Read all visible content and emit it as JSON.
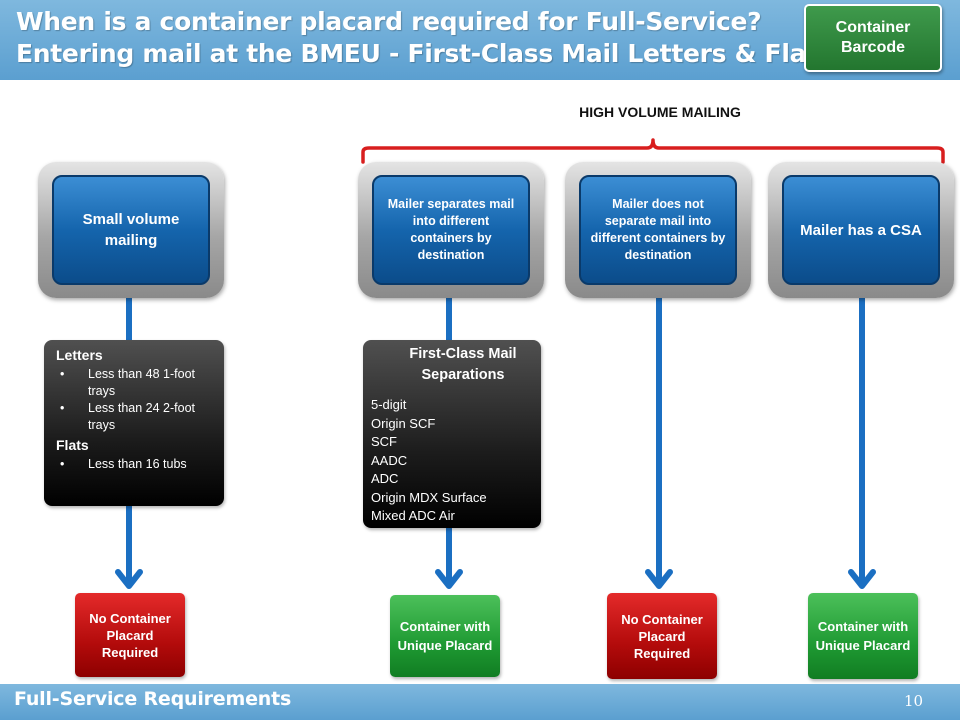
{
  "header": {
    "title_line1": "When is a container placard required for Full-Service?",
    "title_line2": "Entering mail at the BMEU - First-Class Mail Letters & Flats",
    "button_line1": "Container",
    "button_line2": "Barcode"
  },
  "high_volume_label": "HIGH VOLUME MAILING",
  "boxes": {
    "small_volume": "Small volume mailing",
    "separates": "Mailer separates mail into different containers by destination",
    "does_not_separate": "Mailer does not separate mail into different containers by destination",
    "csa": "Mailer has a CSA"
  },
  "letters_box": {
    "letters_heading": "Letters",
    "letters_items": [
      "Less than 48 1-foot trays",
      "Less than 24 2-foot trays"
    ],
    "flats_heading": "Flats",
    "flats_items": [
      "Less than 16 tubs"
    ]
  },
  "separations_box": {
    "heading": "First-Class Mail Separations",
    "items": [
      "5-digit",
      "Origin SCF",
      "SCF",
      "AADC",
      "ADC",
      "Origin MDX Surface",
      "Mixed ADC Air"
    ]
  },
  "results": {
    "r1": "No Container Placard Required",
    "r2": "Container with Unique Placard",
    "r3": "No Container Placard Required",
    "r4": "Container with Unique Placard"
  },
  "footer": {
    "text": "Full-Service Requirements",
    "page": "10"
  },
  "colors": {
    "header_blue": "#5b9fd0",
    "box_blue": "#1565ad",
    "result_red": "#b30b0b",
    "result_green": "#1f9a33",
    "button_green": "#23762f",
    "arrow_blue": "#1b6fc2",
    "bracket_red": "#d81e1e"
  }
}
